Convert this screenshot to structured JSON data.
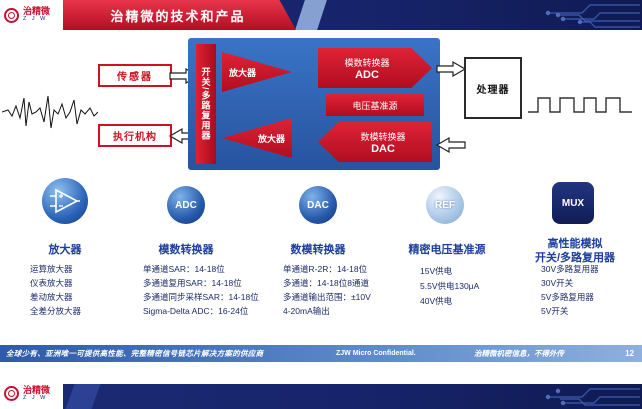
{
  "logo": {
    "name": "治精微",
    "sub": "Z J W"
  },
  "header": {
    "title": "治精微的技术和产品"
  },
  "diagram": {
    "sensor": "传感器",
    "actuator": "执行机构",
    "mux_bar": "开关/多路复用器",
    "amp_top": "放大器",
    "amp_bottom": "放大器",
    "adc_title": "模数转换器",
    "adc_abbr": "ADC",
    "vref": "电压基准源",
    "dac_title": "数模转换器",
    "dac_abbr": "DAC",
    "processor": "处理器"
  },
  "categories": [
    {
      "icon": "opamp",
      "title": "放大器",
      "items": [
        "运算放大器",
        "仪表放大器",
        "差动放大器",
        "全差分放大器"
      ]
    },
    {
      "icon": "ADC",
      "title": "模数转换器",
      "items": [
        "单通道SAR：14-18位",
        "多通道复用SAR：14-18位",
        "多通道同步采样SAR：14-18位",
        "Sigma-Delta ADC：16-24位"
      ]
    },
    {
      "icon": "DAC",
      "title": "数模转换器",
      "items": [
        "单通道R-2R：14-18位",
        "多通道：14-18位8通道",
        "多通道输出范围：±10V",
        "4-20mA输出"
      ]
    },
    {
      "icon": "REF",
      "title": "精密电压基准源",
      "items": [
        "15V供电",
        "5.5V供电130μA",
        "40V供电"
      ]
    },
    {
      "icon": "MUX",
      "title": "高性能模拟",
      "title2": "开关/多路复用器",
      "items": [
        "30V多路复用器",
        "30V开关",
        "5V多路复用器",
        "5V开关"
      ]
    }
  ],
  "footer": {
    "tagline": "全球少有、亚洲唯一可提供高性能、完整精密信号链芯片解决方案的供应商",
    "confidential": "ZJW Micro Confidential.",
    "notice": "治精微机密信息，不得外传",
    "page": "12"
  },
  "colors": {
    "accent_red": "#c8102e",
    "navy": "#17246b",
    "chain_blue": "#2b62b5",
    "heading_blue": "#1d3f9b"
  }
}
